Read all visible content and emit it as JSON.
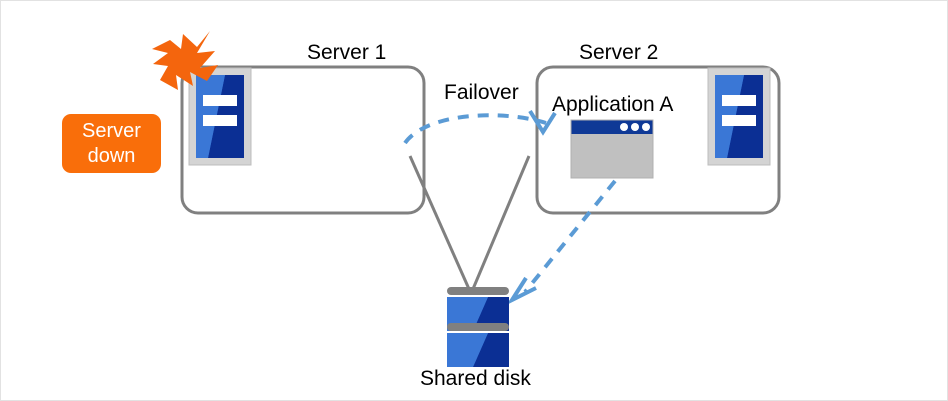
{
  "diagram": {
    "title_server1": "Server 1",
    "title_server2": "Server 2",
    "failover_label": "Failover",
    "application_label": "Application A",
    "shared_disk_label": "Shared disk",
    "server_down_line1": "Server",
    "server_down_line2": "down"
  },
  "colors": {
    "alert_orange": "#f96e0a",
    "box_border_gray": "#808080",
    "icon_frame_gray": "#d4d4d4",
    "server_blue_light": "#2f6fd0",
    "server_blue_dark": "#0b2f94",
    "arrow_blue": "#5b9bd5",
    "window_titlebar": "#0f3996",
    "window_body": "#c0c0c0",
    "disk_bar_gray": "#808080",
    "text_black": "#000000",
    "canvas_border": "#e2e2e2"
  },
  "icons": {
    "server1_icon": "server-tower-icon",
    "server2_icon": "server-tower-icon",
    "burst": "lightning-burst-icon",
    "app_window": "application-window-icon",
    "disk": "shared-disk-icon",
    "failover_arrow": "dashed-curved-arrow-icon",
    "disk_access_arrow": "dashed-straight-arrow-icon"
  }
}
